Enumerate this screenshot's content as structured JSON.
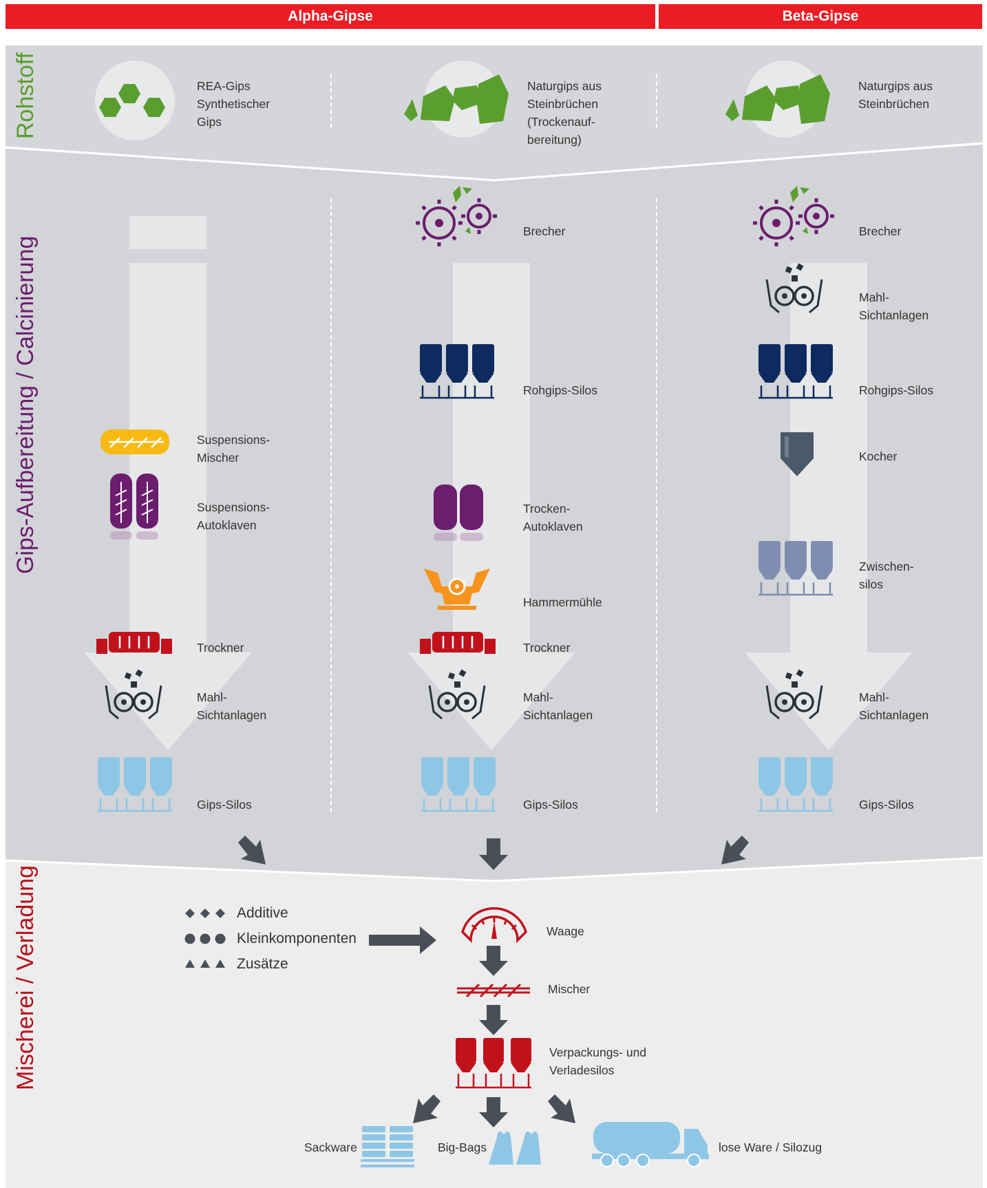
{
  "header": {
    "alpha": "Alpha-Gipse",
    "beta": "Beta-Gipse"
  },
  "colors": {
    "red": "#ec1c24",
    "green": "#5a9e2f",
    "purple": "#6b1d6e",
    "navy": "#0d2b5e",
    "lightblue": "#8ec6e6",
    "grayblue": "#7f8db0",
    "orange": "#f7941d",
    "yellow": "#f8b912",
    "dark": "#4a4f57"
  },
  "sections": {
    "rohstoff": "Rohstoff",
    "aufbereitung": "Gips-Aufbereitung / Calcinierung",
    "mischerei": "Mischerei / Verladung"
  },
  "col1": {
    "raw": "REA-Gips\nSynthetischer\nGips",
    "suspmix": "Suspensions-\nMischer",
    "suspauto": "Suspensions-\nAutoklaven",
    "dryer": "Trockner",
    "mill": "Mahl-\nSichtanlagen",
    "silo": "Gips-Silos"
  },
  "col2": {
    "raw": "Naturgips aus\nSteinbrüchen\n(Trockenauf-\nbereitung)",
    "crusher": "Brecher",
    "rawsilo": "Rohgips-Silos",
    "dryauto": "Trocken-\nAutoklaven",
    "hammer": "Hammermühle",
    "dryer": "Trockner",
    "mill": "Mahl-\nSichtanlagen",
    "silo": "Gips-Silos"
  },
  "col3": {
    "raw": "Naturgips aus\nSteinbrüchen",
    "crusher": "Brecher",
    "mill1": "Mahl-\nSichtanlagen",
    "rawsilo": "Rohgips-Silos",
    "kocher": "Kocher",
    "zwischen": "Zwischen-\nsilos",
    "mill2": "Mahl-\nSichtanlagen",
    "silo": "Gips-Silos"
  },
  "mixing": {
    "additive": "Additive",
    "klein": "Kleinkomponenten",
    "zusatz": "Zusätze",
    "waage": "Waage",
    "mischer": "Mischer",
    "verpack": "Verpackungs- und\nVerladesilos",
    "sack": "Sackware",
    "bigbag": "Big-Bags",
    "lose": "lose Ware / Silozug"
  }
}
